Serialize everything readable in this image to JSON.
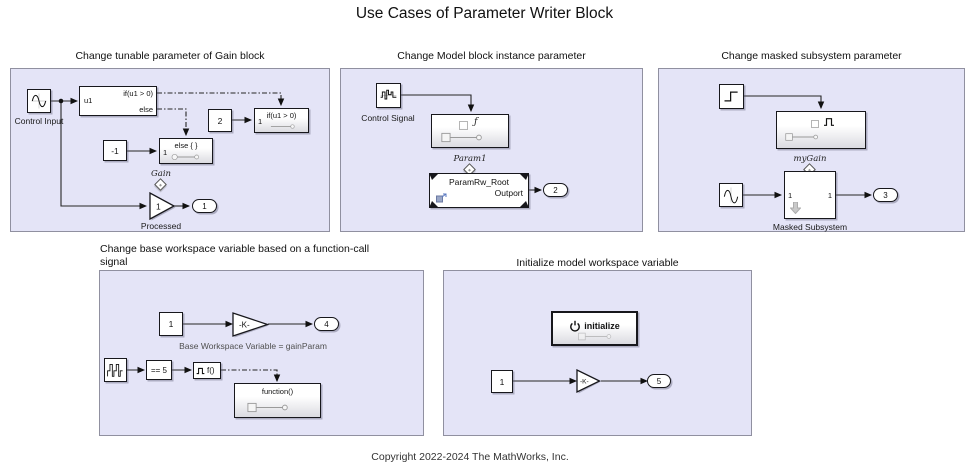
{
  "title": "Use Cases of Parameter Writer Block",
  "copyright": "Copyright 2022-2024 The MathWorks, Inc.",
  "colors": {
    "panel_fill": "#e4e4f7",
    "panel_border": "#9090a0",
    "wire": "#262626",
    "block_border": "#17171c",
    "note_text": "#4f4f4f"
  },
  "icons": {
    "sine-wave-icon": "svg sine curve with gray axes",
    "noisy-signal-icon": "svg noisy step waveform",
    "step-icon": "svg step-up curve",
    "stair-sequence-icon": "svg repeating stair waveform",
    "pulse-icon": "svg function-call pulse",
    "function-call-glyph": "ƒ",
    "power-icon": "svg power symbol",
    "slider-preview-icon": "svg square-line-knob",
    "param-writer-diamond-icon": "white rotated-square badge",
    "down-arrow-icon": "gray thick down arrow",
    "model-badge-icon": "small blue model reference badge"
  },
  "panels": {
    "p1": {
      "caption": "Change tunable parameter of Gain block",
      "source_label": "Control Input",
      "if_in": "u1",
      "if_out_if": "if(u1 > 0)",
      "if_out_else": "else",
      "const_if": "2",
      "const_else": "-1",
      "action_if_label": "if(u1 > 0)",
      "action_if_port": "1",
      "action_else_label": "else { }",
      "action_else_port": "1",
      "param_label": "Gain",
      "gain_value": "1",
      "gain_name": "Processed",
      "outport": "1"
    },
    "p2": {
      "caption": "Change Model block instance parameter",
      "source_label": "Control Signal",
      "glyph": "ƒ",
      "param_label": "Param1",
      "model_name": "ParamRw_Root",
      "model_port": "Outport",
      "outport": "2"
    },
    "p3": {
      "caption": "Change masked subsystem parameter",
      "param_label": "myGain",
      "masked_in": "1",
      "masked_out": "1",
      "masked_name": "Masked Subsystem",
      "outport": "3"
    },
    "p4": {
      "caption": "Change base workspace variable based on a function-call\nsignal",
      "const_value": "1",
      "gain_text": "-K-",
      "gain_outport": "4",
      "note": "Base Workspace Variable = gainParam",
      "compare_label": "== 5",
      "fcall_label": "f()",
      "function_label": "function()"
    },
    "p5": {
      "caption": "Initialize model workspace variable",
      "init_label": "initialize",
      "const_value": "1",
      "gain_text": "-K-",
      "outport": "5"
    }
  }
}
